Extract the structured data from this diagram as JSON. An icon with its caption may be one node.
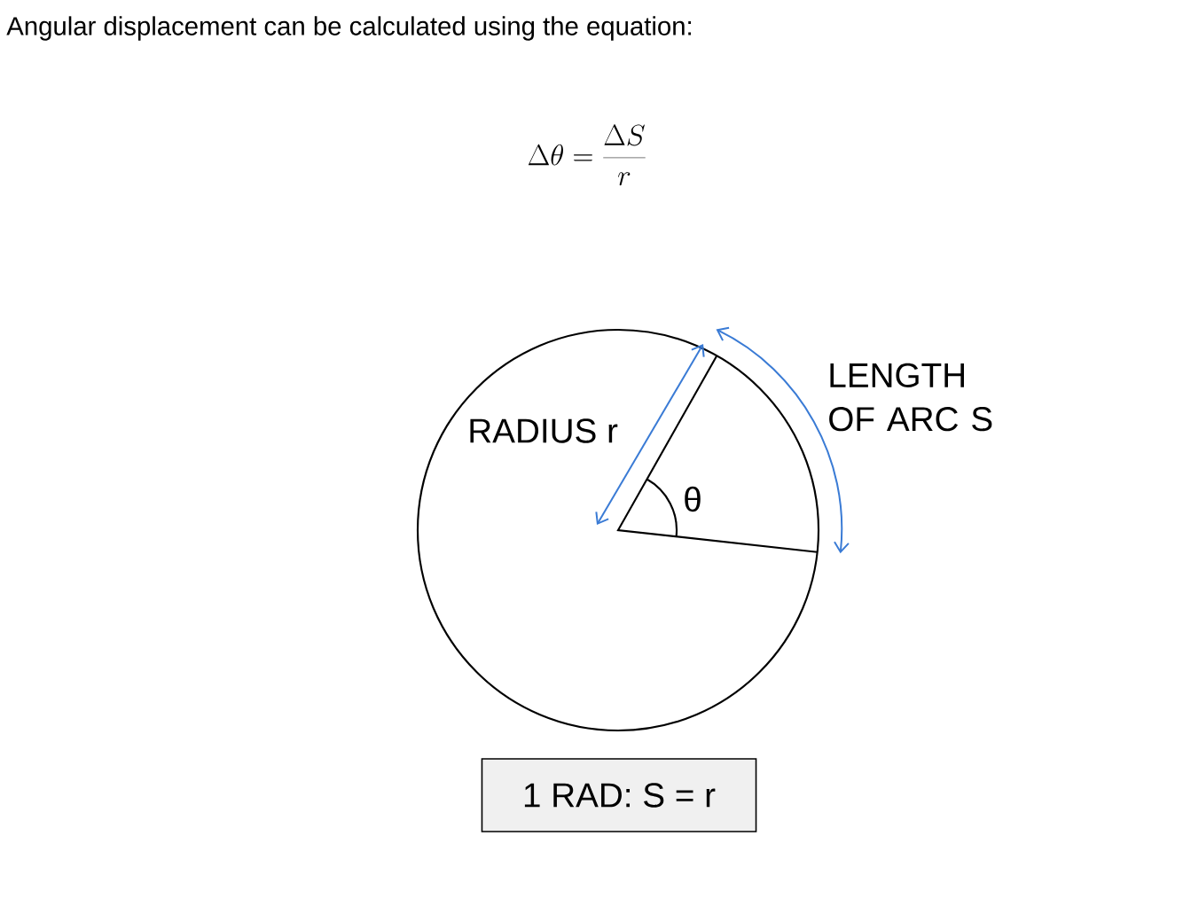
{
  "diagram": {
    "title": "Angular displacement can be calculated using the equation:",
    "nodes": [
      {
        "text": [
          "1 RAD: S = r"
        ]
      }
    ],
    "labels": [
      "\\Delta\\theta = \\frac{\\Delta S}{r}",
      "RADIUS r",
      "LENGTH OF ARC S",
      "θ"
    ]
  }
}
